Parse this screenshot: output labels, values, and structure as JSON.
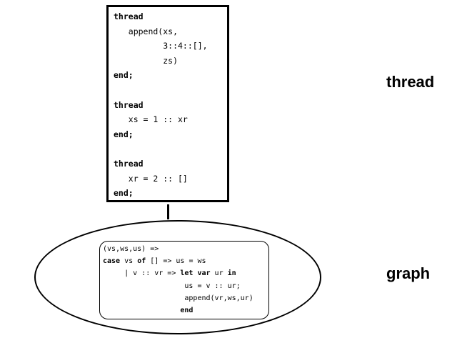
{
  "thread_box": {
    "lines": [
      {
        "text": "thread",
        "bold": true
      },
      {
        "text": "   append(xs,",
        "bold": false
      },
      {
        "text": "          3::4::[],",
        "bold": false
      },
      {
        "text": "          zs)",
        "bold": false
      },
      {
        "text": "end;",
        "bold": true
      },
      {
        "text": "",
        "bold": false
      },
      {
        "text": "thread",
        "bold": true
      },
      {
        "text": "   xs = 1 :: xr",
        "bold": false
      },
      {
        "text": "end;",
        "bold": true
      },
      {
        "text": "",
        "bold": false
      },
      {
        "text": "thread",
        "bold": true
      },
      {
        "text": "   xr = 2 :: []",
        "bold": false
      },
      {
        "text": "end;",
        "bold": true
      }
    ]
  },
  "graph_box": {
    "lines": [
      [
        {
          "t": "(vs,ws,us) =>",
          "b": false
        }
      ],
      [
        {
          "t": "case",
          "b": true
        },
        {
          "t": " vs ",
          "b": false
        },
        {
          "t": "of",
          "b": true
        },
        {
          "t": " [] => us = ws",
          "b": false
        }
      ],
      [
        {
          "t": "     | v :: vr => ",
          "b": false
        },
        {
          "t": "let var",
          "b": true
        },
        {
          "t": " ur ",
          "b": false
        },
        {
          "t": "in",
          "b": true
        }
      ],
      [
        {
          "t": "                   us = v :: ur;",
          "b": false
        }
      ],
      [
        {
          "t": "                   append(vr,ws,ur)",
          "b": false
        }
      ],
      [
        {
          "t": "                  ",
          "b": false
        },
        {
          "t": "end",
          "b": true
        }
      ]
    ]
  },
  "labels": {
    "thread": "thread",
    "graph": "graph"
  }
}
